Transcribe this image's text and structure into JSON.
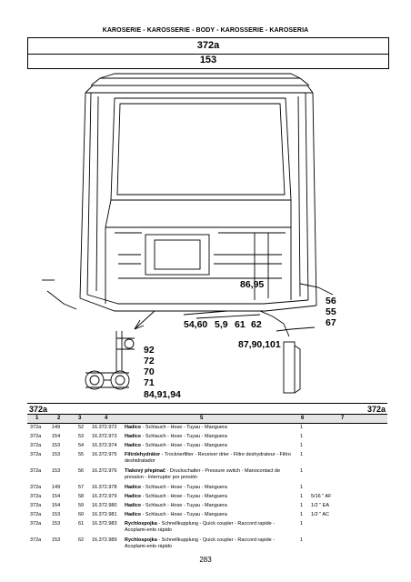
{
  "header": {
    "title": "KAROSERIE - KAROSSERIE - BODY - KAROSSERIE - KAROSERIA",
    "code": "372a",
    "page": "153"
  },
  "figure": {
    "callouts": [
      "86,95",
      "56",
      "55",
      "67",
      "54,60",
      "5,9",
      "61",
      "62",
      "87,90,101",
      "92",
      "72",
      "70",
      "71",
      "84,91,94"
    ]
  },
  "section": {
    "left": "372a",
    "right": "372a"
  },
  "columns": [
    "1",
    "2",
    "3",
    "4",
    "5",
    "6",
    "7"
  ],
  "rows": [
    {
      "c1": "372a",
      "c2": "149",
      "c3": "52",
      "c4": "16.372.972",
      "name": "Hadice",
      "desc": " - Schlauch - Hose - Tuyau - Manguera",
      "qty": "1",
      "note": ""
    },
    {
      "c1": "372a",
      "c2": "154",
      "c3": "53",
      "c4": "16.372.973",
      "name": "Hadice",
      "desc": " - Schlauch - Hose - Tuyau - Manguera",
      "qty": "1",
      "note": ""
    },
    {
      "c1": "372a",
      "c2": "153",
      "c3": "54",
      "c4": "16.372.974",
      "name": "Hadice",
      "desc": " - Schlauch - Hose - Tuyau - Manguera",
      "qty": "1",
      "note": ""
    },
    {
      "c1": "372a",
      "c2": "153",
      "c3": "55",
      "c4": "16.372.975",
      "name": "Filtrdehydrátor",
      "desc": " - Trocknerfilter - Receiver drier - Filtre deshydrateur - Filtro deshidratador",
      "qty": "1",
      "note": ""
    },
    {
      "c1": "372a",
      "c2": "153",
      "c3": "56",
      "c4": "16.372.976",
      "name": "Tlakový přepínač",
      "desc": " - Druckschalter - Pressure switch - Manocontact de pression - Interruptor por presión",
      "qty": "1",
      "note": ""
    },
    {
      "c1": "372a",
      "c2": "149",
      "c3": "57",
      "c4": "16.372.978",
      "name": "Hadice",
      "desc": " - Schlauch - Hose - Tuyau - Manguera",
      "qty": "1",
      "note": ""
    },
    {
      "c1": "372a",
      "c2": "154",
      "c3": "58",
      "c4": "16.372.979",
      "name": "Hadice",
      "desc": " - Schlauch - Hose - Tuyau - Manguera",
      "qty": "1",
      "note": "5/16 \" AF"
    },
    {
      "c1": "372a",
      "c2": "154",
      "c3": "59",
      "c4": "16.372.980",
      "name": "Hadice",
      "desc": " - Schlauch - Hose - Tuyau - Manguera",
      "qty": "1",
      "note": "1/2 \" EA"
    },
    {
      "c1": "372a",
      "c2": "153",
      "c3": "60",
      "c4": "16.372.981",
      "name": "Hadice",
      "desc": " - Schlauch - Hose - Tuyau - Manguera",
      "qty": "1",
      "note": "1/2 \" AC"
    },
    {
      "c1": "372a",
      "c2": "153",
      "c3": "61",
      "c4": "16.372.983",
      "name": "Rychlospojka",
      "desc": " - Schnellkupplung - Quick coupler - Raccord rapide - Acoplami-ento rápido",
      "qty": "1",
      "note": ""
    },
    {
      "c1": "372a",
      "c2": "153",
      "c3": "62",
      "c4": "16.372.989",
      "name": "Rychlospojka",
      "desc": " - Schnellkupplung - Quick coupler - Raccord rapide - Acoplami-ento rápido",
      "qty": "1",
      "note": ""
    }
  ],
  "footer": {
    "page_number": "283"
  }
}
